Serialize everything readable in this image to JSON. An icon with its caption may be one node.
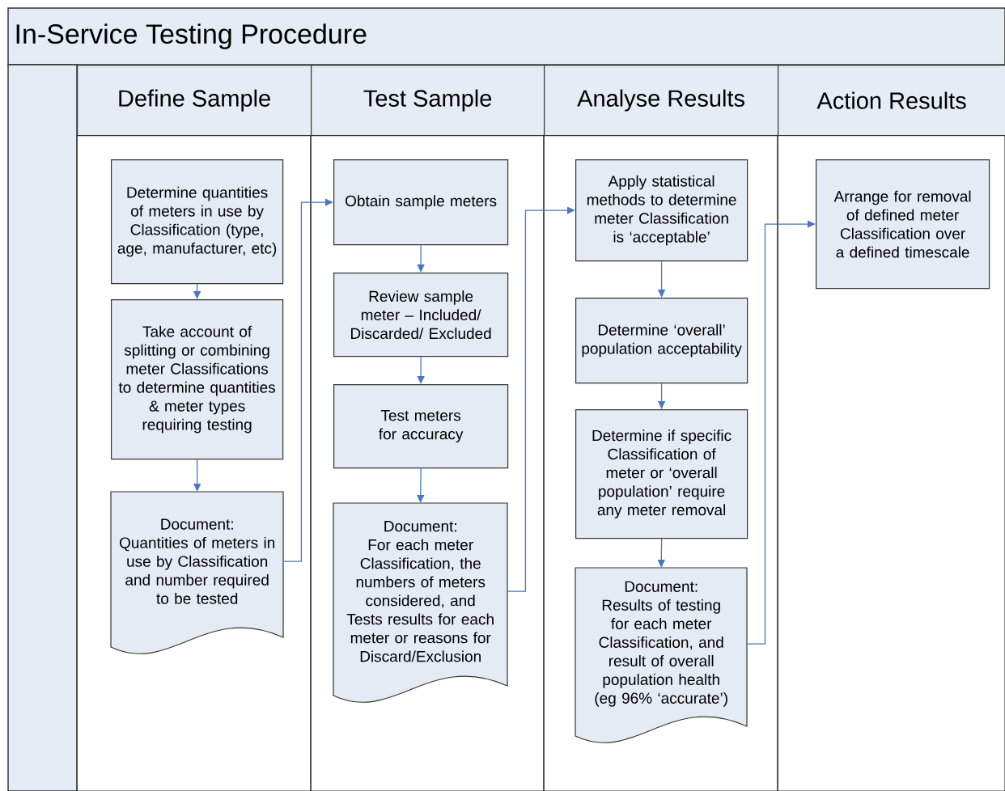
{
  "diagram": {
    "title": "In-Service Testing Procedure",
    "nodes": [
      {
        "text": [
          "Define Sample"
        ]
      },
      {
        "text": [
          "Test Sample"
        ]
      },
      {
        "text": [
          "Analyse Results"
        ]
      },
      {
        "text": [
          "Action Results"
        ]
      },
      {
        "text": [
          "Determine quantities of meters in use by Classification (type, age, manufacturer, etc)"
        ],
        "in": 0
      },
      {
        "text": [
          "Take account of splitting or combining meter Classifications to determine quantities & meter types requiring testing"
        ],
        "in": 0
      },
      {
        "text": [
          "Document:",
          "Quantities of meters in use by Classification and number required to be tested"
        ],
        "in": 0
      },
      {
        "text": [
          "Obtain sample meters"
        ],
        "in": 1
      },
      {
        "text": [
          "Review sample meter – Included/ Discarded/ Excluded"
        ],
        "in": 1
      },
      {
        "text": [
          "Test meters for accuracy"
        ],
        "in": 1
      },
      {
        "text": [
          "Document:",
          "For each meter Classification, the numbers of meters considered, and Tests results for each meter or reasons for Discard/Exclusion"
        ],
        "in": 1
      },
      {
        "text": [
          "Apply statistical methods to determine meter Classification is ‘acceptable’"
        ],
        "in": 2
      },
      {
        "text": [
          "Determine ‘overall’ population acceptability"
        ],
        "in": 2
      },
      {
        "text": [
          "Determine if specific Classification of meter or ‘overall population’ require any meter removal"
        ],
        "in": 2
      },
      {
        "text": [
          "Document:",
          "Results of testing for each meter Classification, and result of overall population health (eg 96% ‘accurate’)"
        ],
        "in": 2
      },
      {
        "text": [
          "Arrange for removal of defined meter Classification over a defined timescale"
        ],
        "in": 3
      }
    ],
    "edges": [
      {
        "from": 4,
        "to": 5,
        "arrow": "to"
      },
      {
        "from": 5,
        "to": 6,
        "arrow": "to"
      },
      {
        "from": 6,
        "to": 7,
        "arrow": "to"
      },
      {
        "from": 7,
        "to": 8,
        "arrow": "to"
      },
      {
        "from": 8,
        "to": 9,
        "arrow": "to"
      },
      {
        "from": 9,
        "to": 10,
        "arrow": "to"
      },
      {
        "from": 10,
        "to": 11,
        "arrow": "to"
      },
      {
        "from": 11,
        "to": 12,
        "arrow": "to"
      },
      {
        "from": 12,
        "to": 13,
        "arrow": "to"
      },
      {
        "from": 13,
        "to": 14,
        "arrow": "to"
      },
      {
        "from": 14,
        "to": 15,
        "arrow": "to"
      }
    ]
  }
}
